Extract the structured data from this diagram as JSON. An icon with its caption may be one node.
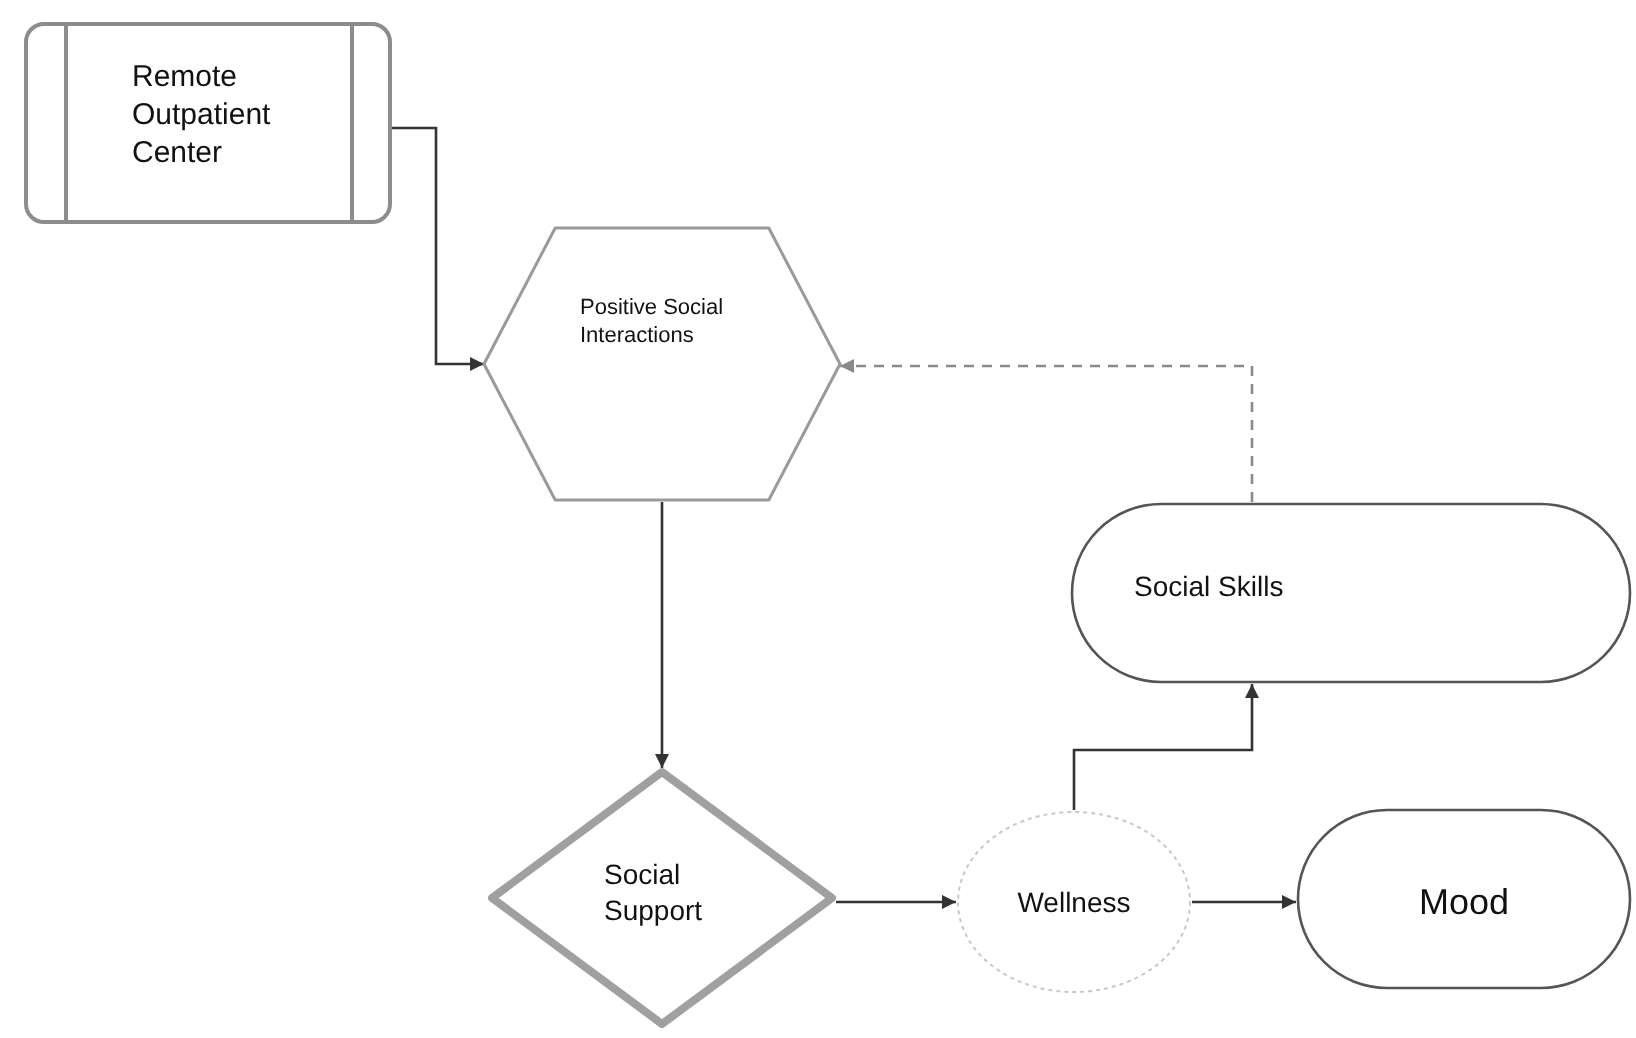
{
  "diagram": {
    "nodes": [
      {
        "text": [
          "Remote Outpatient Center"
        ]
      },
      {
        "text": [
          "Positive Social Interactions"
        ]
      },
      {
        "text": [
          "Social Support"
        ]
      },
      {
        "text": [
          "Wellness"
        ]
      },
      {
        "text": [
          "Mood"
        ]
      },
      {
        "text": [
          "Social Skills"
        ]
      }
    ],
    "edges": [
      {
        "from": 0,
        "to": 1,
        "arrow": "to"
      },
      {
        "from": 5,
        "to": 1,
        "arrow": "to",
        "style": "dashed",
        "color": "#8a8a8a"
      },
      {
        "from": 1,
        "to": 2,
        "arrow": "to"
      },
      {
        "from": 2,
        "to": 3,
        "arrow": "to"
      },
      {
        "from": 3,
        "to": 5,
        "arrow": "to"
      },
      {
        "from": 3,
        "to": 4,
        "arrow": "to"
      }
    ]
  }
}
